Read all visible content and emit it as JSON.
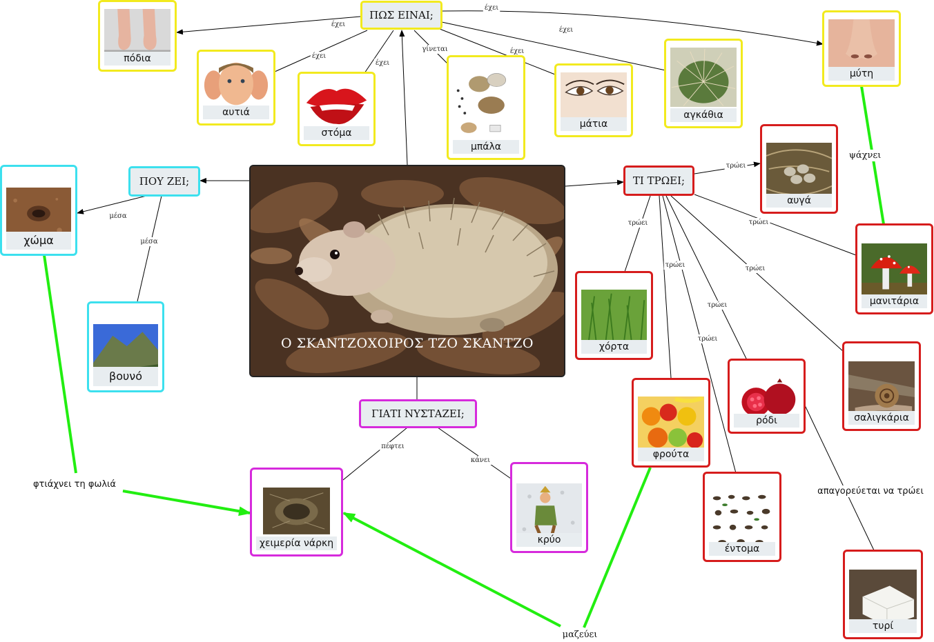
{
  "title": "Ο ΣΚΑΝΤΖΟΧΟΙΡΟΣ ΤΖΟ ΣΚΑΝΤΖΟ",
  "questions": {
    "how": "ΠΩΣ ΕΙΝΑΙ;",
    "where": "ΠΟΥ ΖΕΙ;",
    "what_eats": "ΤΙ ΤΡΩΕΙ;",
    "why_sleeps": "ΓΙΑΤΙ ΝΥΣΤΑΖΕΙ;"
  },
  "nodes": {
    "podia": "πόδια",
    "autia": "αυτιά",
    "stoma": "στόμα",
    "mpala": "μπάλα",
    "matia": "μάτια",
    "agkathia": "αγκάθια",
    "myti": "μύτη",
    "xoma": "χώμα",
    "vouno": "βουνό",
    "avga": "αυγά",
    "manitaria": "μανιτάρια",
    "xorta": "χόρτα",
    "frouta": "φρούτα",
    "rodi": "ρόδι",
    "saligkaria": "σαλιγκάρια",
    "entoma": "έντομα",
    "tyri": "τυρί",
    "xeimeria_narki": "χειμερία νάρκη",
    "kryo": "κρύο"
  },
  "links": {
    "exei": "έχει",
    "ginetai": "γίνεται",
    "mesa": "μέσα",
    "trwei": "τρώει",
    "psaxnei": "ψάχνει",
    "pefei": "πέφτει",
    "kanei": "κάνει",
    "ftiaxnei": "φτιάχνει τη φωλιά",
    "mazevei": "μαζεύει",
    "apagorevetai": "απαγορεύεται να τρώει"
  },
  "colors": {
    "body_parts": "#f2ea1e",
    "food": "#d61c1c",
    "habitat": "#3ce0ee",
    "sleep": "#d62adc",
    "green_link": "#22ee11"
  }
}
